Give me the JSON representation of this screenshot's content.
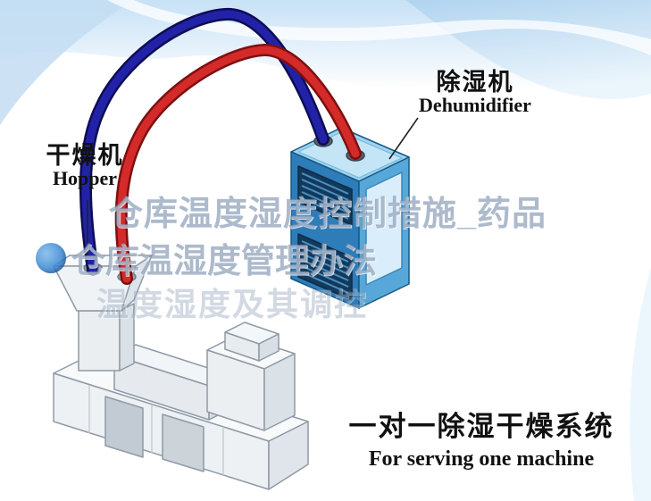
{
  "labels": {
    "hopper_zh": "干燥机",
    "hopper_en": "Hopper",
    "dehumidifier_zh": "除湿机",
    "dehumidifier_en": "Dehumidifier"
  },
  "watermark": {
    "line1": "仓库温度湿度控制措施_药品",
    "line2": "仓库温湿度管理办法",
    "line3": "温度湿度及其调控"
  },
  "caption": {
    "zh": "一对一除湿干燥系统",
    "en": "For serving one machine"
  },
  "colors": {
    "pipe_blue": "#1c1c8e",
    "pipe_red": "#c92222",
    "machine_front_blue": "#2e7cb8",
    "machine_side_blue": "#57a8d8",
    "machine_top_blue": "#9fd4ef",
    "sky_blue": "#cfe6f7"
  }
}
